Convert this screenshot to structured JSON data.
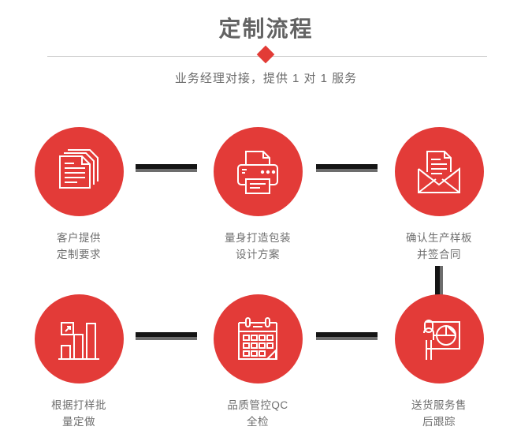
{
  "header": {
    "title": "定制流程",
    "subtitle": "业务经理对接，提供 1 对 1 服务",
    "accent_color": "#e33b38",
    "title_color": "#636363",
    "divider_color": "#d0d0d0",
    "diamond_icon": "diamond-marker"
  },
  "flow": {
    "connector_dark_color": "#151515",
    "connector_grey_color": "#6d6d6d",
    "steps": [
      {
        "id": "step-1",
        "icon": "documents-stack-icon",
        "label": "客户提供\n定制要求"
      },
      {
        "id": "step-2",
        "icon": "printer-icon",
        "label": "量身打造包装\n设计方案"
      },
      {
        "id": "step-3",
        "icon": "envelope-document-icon",
        "label": "确认生产样板\n并签合同"
      },
      {
        "id": "step-4",
        "icon": "bar-chart-growth-icon",
        "label": "根据打样批\n量定做"
      },
      {
        "id": "step-5",
        "icon": "calendar-icon",
        "label": "品质管控QC\n全检"
      },
      {
        "id": "step-6",
        "icon": "presenter-chart-icon",
        "label": "送货服务售\n后跟踪"
      }
    ]
  }
}
